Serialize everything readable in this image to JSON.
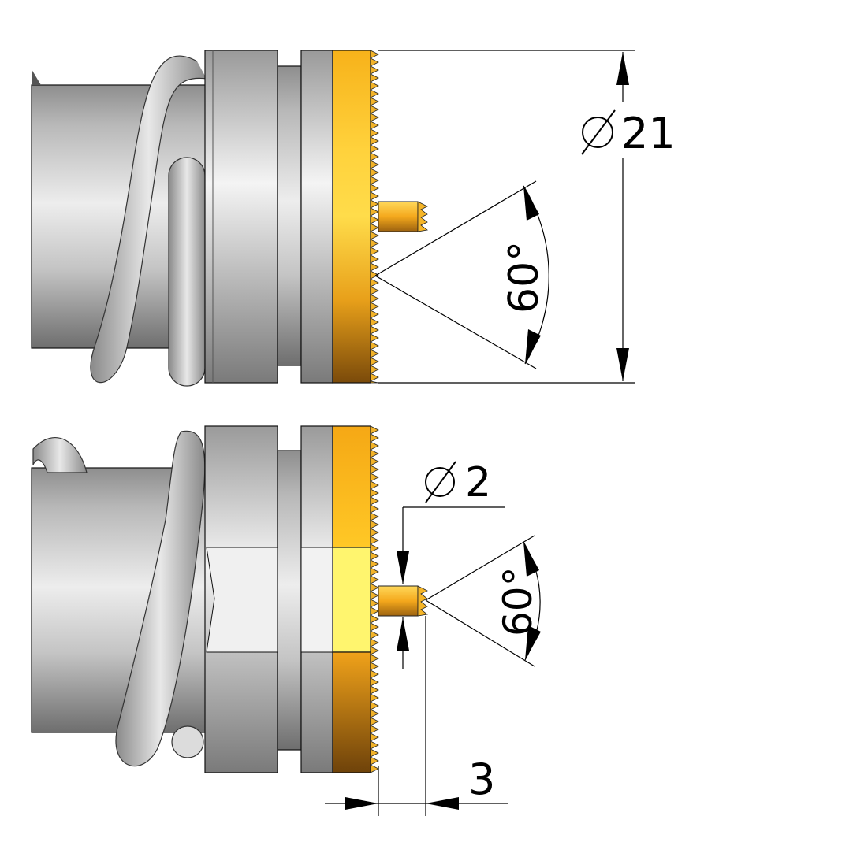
{
  "dimensions": {
    "top_diameter": {
      "symbol": "⌀",
      "value": "21"
    },
    "top_angle": {
      "value": "60°"
    },
    "bottom_diameter": {
      "symbol": "⌀",
      "value": "2"
    },
    "bottom_angle": {
      "value": "60°"
    },
    "bottom_length": {
      "value": "3"
    }
  },
  "colors": {
    "metal": "#c8c8c8",
    "gold": "#f5b21c",
    "gold_light": "#fff36a",
    "line": "#000000"
  }
}
